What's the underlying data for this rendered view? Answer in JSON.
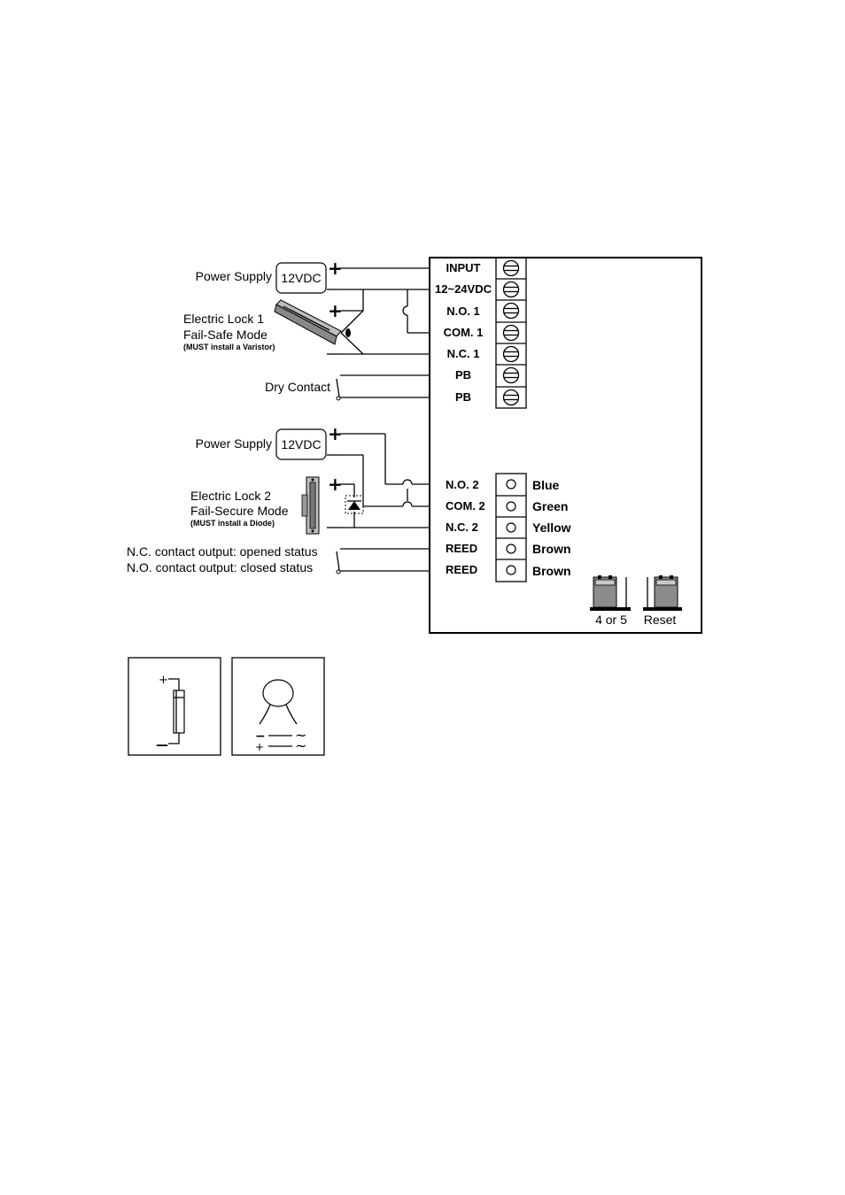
{
  "left_labels": {
    "power_supply_1": "Power Supply",
    "power_supply_2": "Power Supply",
    "voltage_1": "12VDC",
    "voltage_2": "12VDC",
    "lock1_line1": "Electric Lock 1",
    "lock1_line2": "Fail-Safe Mode",
    "lock1_note": "(MUST install a Varistor)",
    "dry_contact": "Dry Contact",
    "lock2_line1": "Electric Lock 2",
    "lock2_line2": "Fail-Secure Mode",
    "lock2_note": "(MUST install a Diode)",
    "nc_output": "N.C. contact output: opened status",
    "no_output": "N.O. contact output: closed status"
  },
  "terminals_upper": [
    "INPUT",
    "12~24VDC",
    "N.O. 1",
    "COM. 1",
    "N.C. 1",
    "PB",
    "PB"
  ],
  "terminals_lower": [
    "N.O. 2",
    "COM. 2",
    "N.C. 2",
    "REED",
    "REED"
  ],
  "wire_colors": [
    "Blue",
    "Green",
    "Yellow",
    "Brown",
    "Brown"
  ],
  "jumpers": {
    "left": "4 or 5",
    "right": "Reset"
  },
  "legend": {
    "diode_plus": "+",
    "diode_minus": "—",
    "varistor_minus": "−",
    "varistor_plus": "+",
    "tilde": "~"
  },
  "polarity": {
    "plus": "+",
    "minus": "—"
  }
}
